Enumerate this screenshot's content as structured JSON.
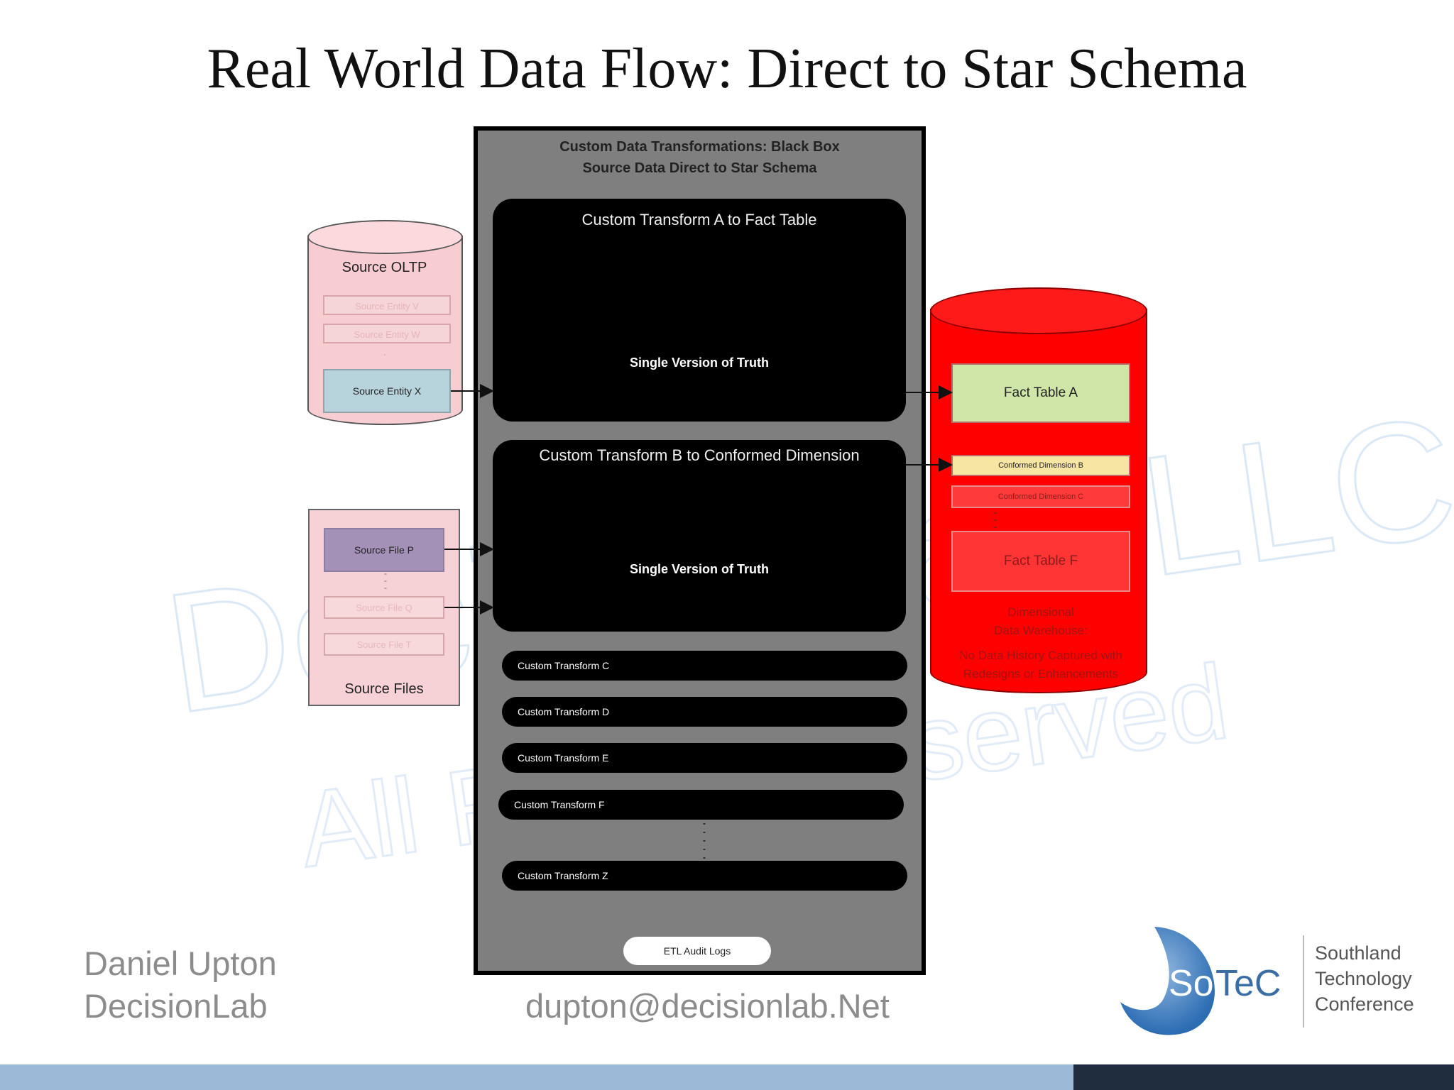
{
  "title": "Real World Data Flow: Direct to Star Schema",
  "source_oltp": {
    "label": "Source OLTP",
    "entities": [
      "Source Entity V",
      "Source Entity W",
      "Source Entity X"
    ],
    "ellipsis": "."
  },
  "source_files": {
    "label": "Source Files",
    "files": [
      "Source File P",
      "Source File Q",
      "Source File T"
    ]
  },
  "black_box": {
    "header_line1": "Custom Data Transformations:  Black Box",
    "header_line2": "Source Data Direct to Star Schema",
    "transform_a": {
      "title": "Custom Transform  A to Fact Table",
      "subtitle": "Single Version of Truth"
    },
    "transform_b": {
      "title": "Custom Transform B to Conformed Dimension",
      "subtitle": "Single Version of Truth"
    },
    "transforms": [
      "Custom Transform C",
      "Custom Transform D",
      "Custom Transform E",
      "Custom Transform F",
      "Custom Transform Z"
    ],
    "etl": "ETL Audit Logs"
  },
  "warehouse": {
    "fact_a": "Fact Table A",
    "dim_b": "Conformed Dimension B",
    "dim_c": "Conformed Dimension C",
    "fact_f": "Fact Table F",
    "note_line1": "Dimensional",
    "note_line2": "Data Warehouse:",
    "note_line3": "No Data History Captured with",
    "note_line4": "Redesigns or Enhancements"
  },
  "watermark": {
    "line1": "DecisionLab LLC",
    "line2": "All Rights Reserved"
  },
  "footer": {
    "author_name": "Daniel Upton",
    "author_org": "DecisionLab",
    "email": "dupton@decisionlab.Net",
    "logo_text_so": "So",
    "logo_text_tec": "TeC",
    "conf_line1": "Southland",
    "conf_line2": "Technology",
    "conf_line3": "Conference"
  },
  "colors": {
    "bar_light": "#9cb9d8",
    "bar_dark": "#1f2d3f",
    "warehouse": "#ff0000",
    "box_gray": "#7f7f7f"
  }
}
